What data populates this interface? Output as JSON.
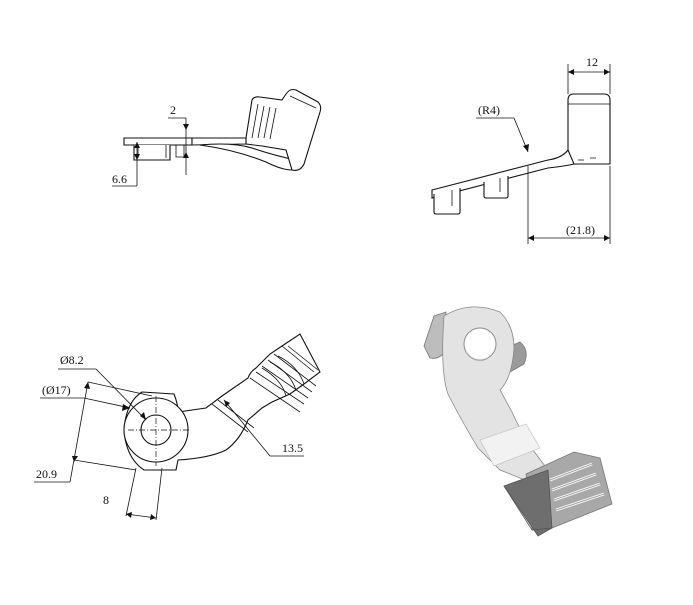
{
  "views": {
    "side": {
      "dim_thickness": "2",
      "dim_height": "6.6"
    },
    "front": {
      "dim_radius": "(R4)",
      "dim_width": "12",
      "dim_length": "(21.8)"
    },
    "top": {
      "dim_hole": "Ø8.2",
      "dim_boss": "(Ø17)",
      "dim_span": "20.9",
      "dim_arm": "8",
      "dim_tab": "13.5"
    }
  },
  "colors": {
    "line": "#111111",
    "shade_dark": "#6e6e6e",
    "shade_mid": "#a8a8a8",
    "shade_light": "#e3e3e3",
    "paper": "#ffffff"
  }
}
